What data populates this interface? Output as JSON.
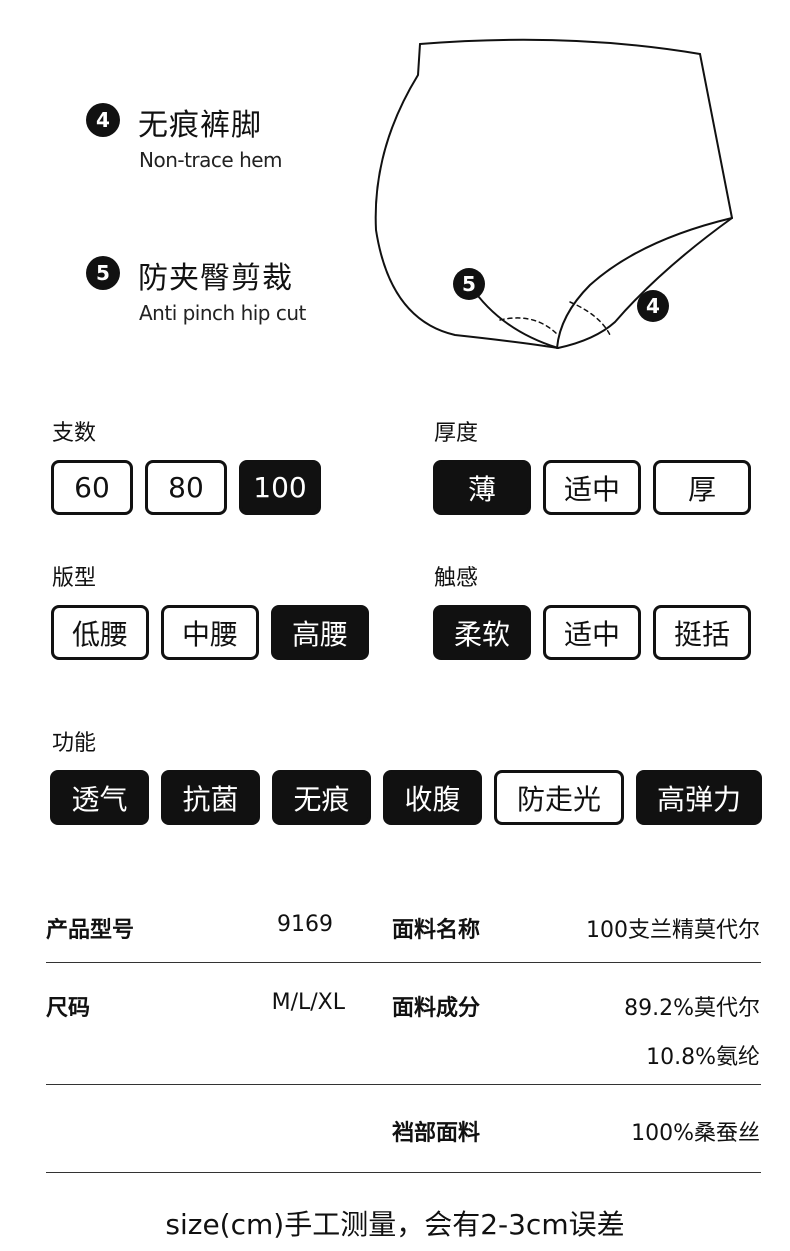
{
  "features": [
    {
      "num": "4",
      "title": "无痕裤脚",
      "subtitle": "Non-trace hem"
    },
    {
      "num": "5",
      "title": "防夹臀剪裁",
      "subtitle": "Anti pinch hip cut"
    }
  ],
  "diagram_markers": {
    "left": "5",
    "right": "4"
  },
  "groups": {
    "count": {
      "label": "支数",
      "options": [
        {
          "label": "60",
          "selected": false
        },
        {
          "label": "80",
          "selected": false
        },
        {
          "label": "100",
          "selected": true
        }
      ]
    },
    "thickness": {
      "label": "厚度",
      "options": [
        {
          "label": "薄",
          "selected": true
        },
        {
          "label": "适中",
          "selected": false
        },
        {
          "label": "厚",
          "selected": false
        }
      ]
    },
    "fit": {
      "label": "版型",
      "options": [
        {
          "label": "低腰",
          "selected": false
        },
        {
          "label": "中腰",
          "selected": false
        },
        {
          "label": "高腰",
          "selected": true
        }
      ]
    },
    "feel": {
      "label": "触感",
      "options": [
        {
          "label": "柔软",
          "selected": true
        },
        {
          "label": "适中",
          "selected": false
        },
        {
          "label": "挺括",
          "selected": false
        }
      ]
    },
    "function": {
      "label": "功能",
      "options": [
        {
          "label": "透气",
          "selected": true
        },
        {
          "label": "抗菌",
          "selected": true
        },
        {
          "label": "无痕",
          "selected": true
        },
        {
          "label": "收腹",
          "selected": true
        },
        {
          "label": "防走光",
          "selected": false
        },
        {
          "label": "高弹力",
          "selected": true
        }
      ]
    }
  },
  "specs": {
    "model_label": "产品型号",
    "model_value": "9169",
    "fabric_name_label": "面料名称",
    "fabric_name_value": "100支兰精莫代尔",
    "size_label": "尺码",
    "size_value": "M/L/XL",
    "composition_label": "面料成分",
    "composition_value_1": "89.2%莫代尔",
    "composition_value_2": "10.8%氨纶",
    "crotch_label": "裆部面料",
    "crotch_value": "100%桑蚕丝"
  },
  "note": "size(cm)手工测量，会有2-3cm误差"
}
